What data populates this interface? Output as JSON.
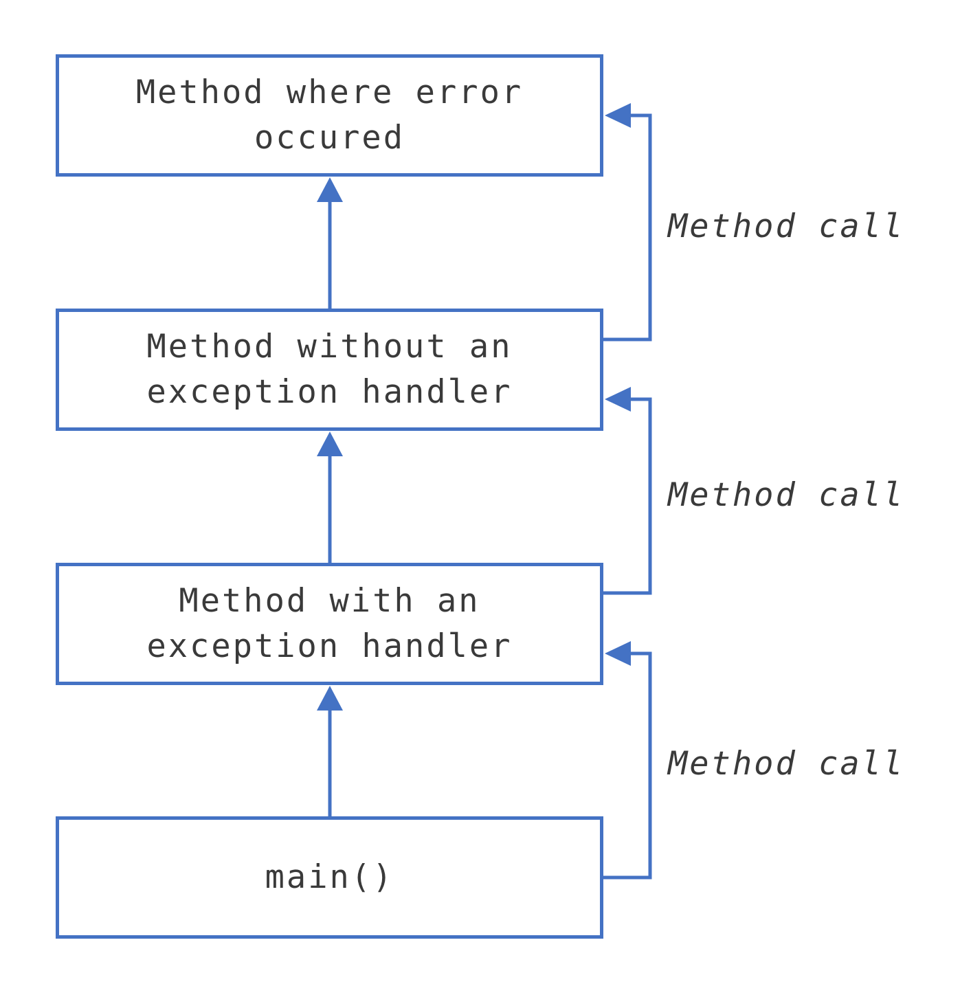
{
  "diagram": {
    "boxes": [
      {
        "id": "error",
        "text": "Method where error\noccured"
      },
      {
        "id": "without-handler",
        "text": "Method without an\nexception handler"
      },
      {
        "id": "with-handler",
        "text": "Method with an\nexception handler"
      },
      {
        "id": "main",
        "text": "main()"
      }
    ],
    "call_labels": [
      "Method call",
      "Method call",
      "Method call"
    ],
    "colors": {
      "stroke": "#4472C4",
      "text": "#3a3a3a",
      "background": "#ffffff"
    }
  }
}
